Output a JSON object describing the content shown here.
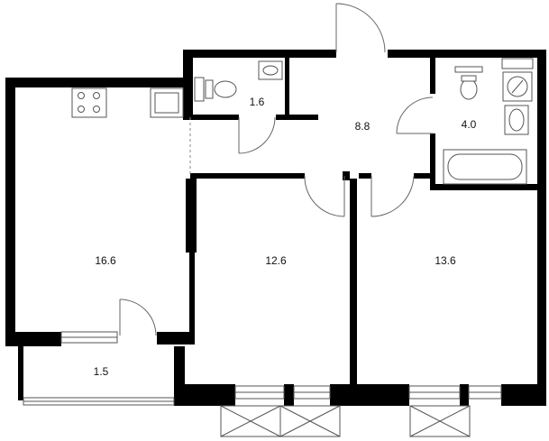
{
  "rooms": [
    {
      "id": "kitchen-living",
      "area": "16.6"
    },
    {
      "id": "bathroom-small",
      "area": "1.6"
    },
    {
      "id": "hallway",
      "area": "8.8"
    },
    {
      "id": "bathroom",
      "area": "4.0"
    },
    {
      "id": "bedroom-middle",
      "area": "12.6"
    },
    {
      "id": "bedroom-right",
      "area": "13.6"
    },
    {
      "id": "balcony",
      "area": "1.5"
    }
  ],
  "colors": {
    "wall": "#000000",
    "background": "#ffffff",
    "fixture_stroke": "#555555"
  }
}
